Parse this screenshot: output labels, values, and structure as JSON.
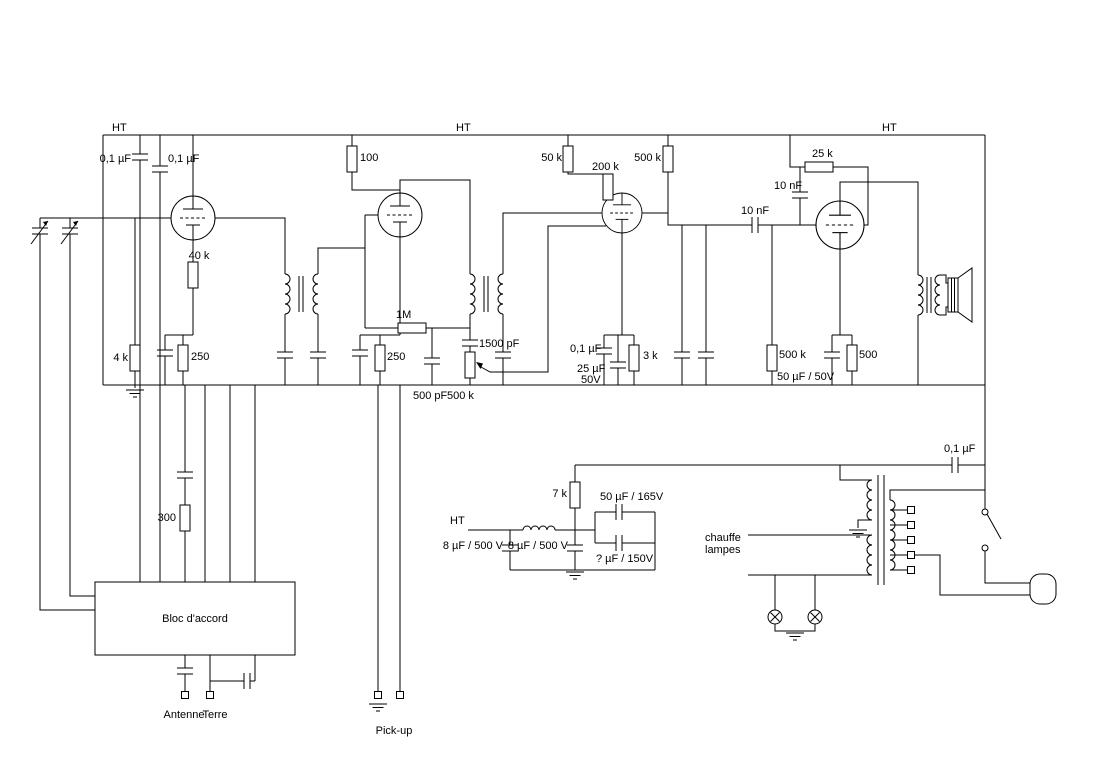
{
  "colors": {
    "ink": "#000000",
    "background": "#ffffff"
  },
  "labels": {
    "ht_left": "HT",
    "ht_mid": "HT",
    "ht_right": "HT",
    "ht_supply": "HT",
    "cap_input_1": "0,1 µF",
    "cap_input_2": "0,1 µF",
    "res_100": "100",
    "res_40k": "40 k",
    "res_4k": "4 k",
    "res_250_1": "250",
    "res_250_2": "250",
    "res_1m": "1M",
    "cap_1500pf": "1500 pF",
    "cap_500pf": "500 pF",
    "pot_500k": "500 k",
    "res_50k": "50 k",
    "res_200k": "200 k",
    "res_500k_det": "500 k",
    "cap_01_det": "0,1 µF",
    "cap_25uf": "25 µF",
    "cap_25uf_v": "50V",
    "res_3k": "3 k",
    "res_25k": "25 k",
    "cap_10nf_screen": "10 nF",
    "cap_10nf_coupling": "10 nF",
    "res_500k_grid": "500 k",
    "cap_50uf_50v": "50 µF / 50V",
    "res_500": "500",
    "cap_01_mains": "0,1 µF",
    "res_7k": "7 k",
    "cap_50uf_165v": "50 µF / 165V",
    "cap_unk_150v": "? µF / 150V",
    "cap_8uf_1": "8 µF / 500 V",
    "cap_8uf_2": "8 µF / 500 V",
    "heaters_1": "chauffe",
    "heaters_2": "lampes",
    "res_300": "300",
    "tuner": "Bloc d'accord",
    "antenna": "Antenne",
    "earth": "Terre",
    "pickup": "Pick-up"
  }
}
